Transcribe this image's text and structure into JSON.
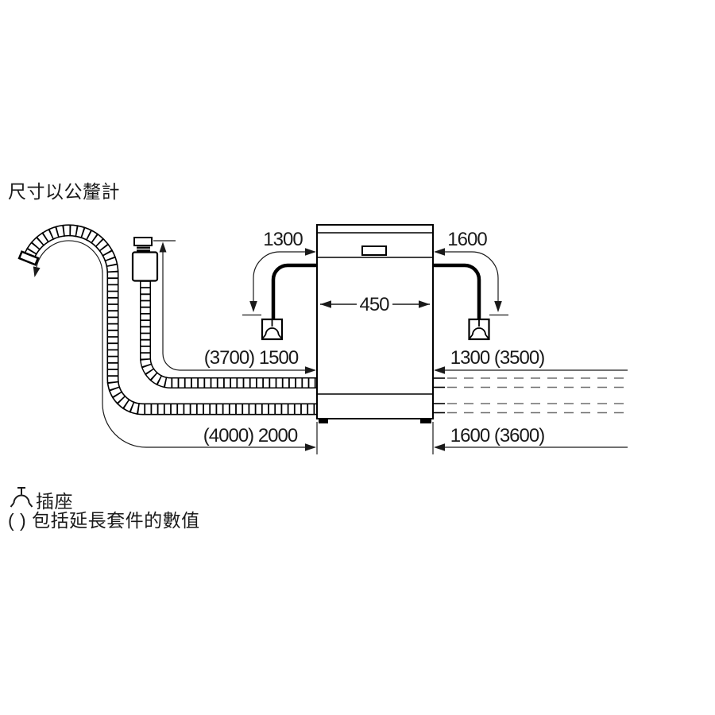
{
  "title": "尺寸以公釐計",
  "dimensions": {
    "left_cord": "1300",
    "right_cord": "1600",
    "width": "450",
    "supply_hose_left": "(3700) 1500",
    "supply_hose_right": "1300 (3500)",
    "drain_hose_left": "(4000) 2000",
    "drain_hose_right": "1600 (3600)"
  },
  "legend": {
    "socket": "插座",
    "parentheses_note": "( ) 包括延長套件的數值"
  },
  "colors": {
    "line": "#1a1a1a",
    "dash": "#6e6e6e",
    "background": "#ffffff"
  }
}
